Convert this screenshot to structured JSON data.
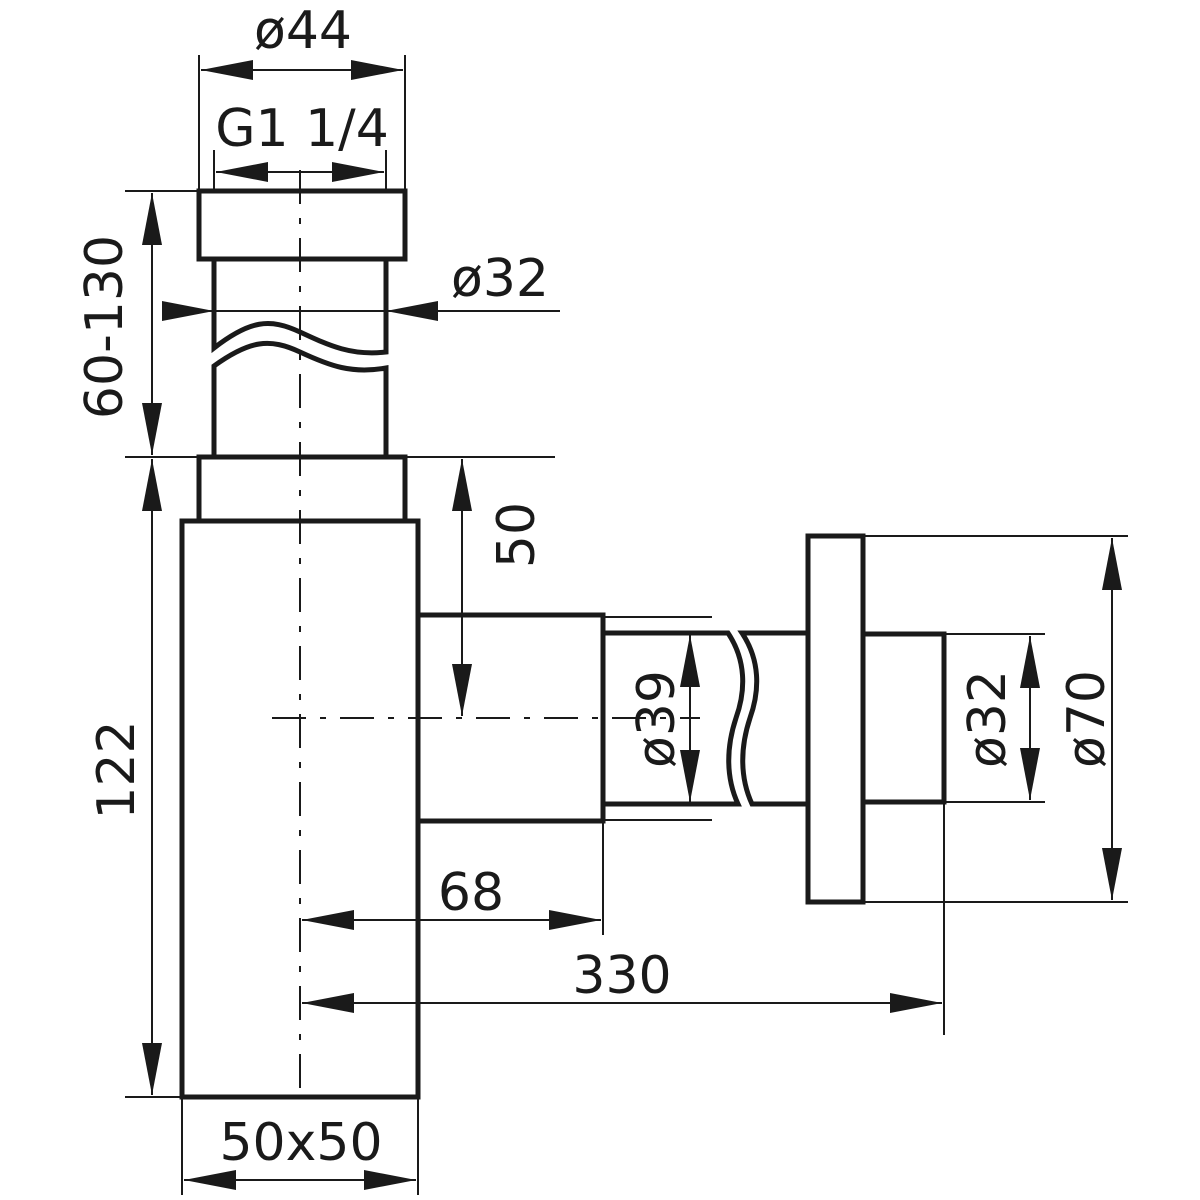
{
  "drawing": {
    "dimensions": {
      "top_outer_diameter": "ø44",
      "thread": "G1 1/4",
      "inlet_pipe_diameter": "ø32",
      "adjustable_height": "60-130",
      "body_height": "122",
      "outlet_offset": "50",
      "outlet_pipe_diameter": "ø39",
      "wall_pipe_diameter": "ø32",
      "rosette_diameter": "ø70",
      "outlet_length": "68",
      "total_reach": "330",
      "body_section": "50x50"
    },
    "colors": {
      "line": "#1a1a1a",
      "background": "#ffffff"
    }
  }
}
